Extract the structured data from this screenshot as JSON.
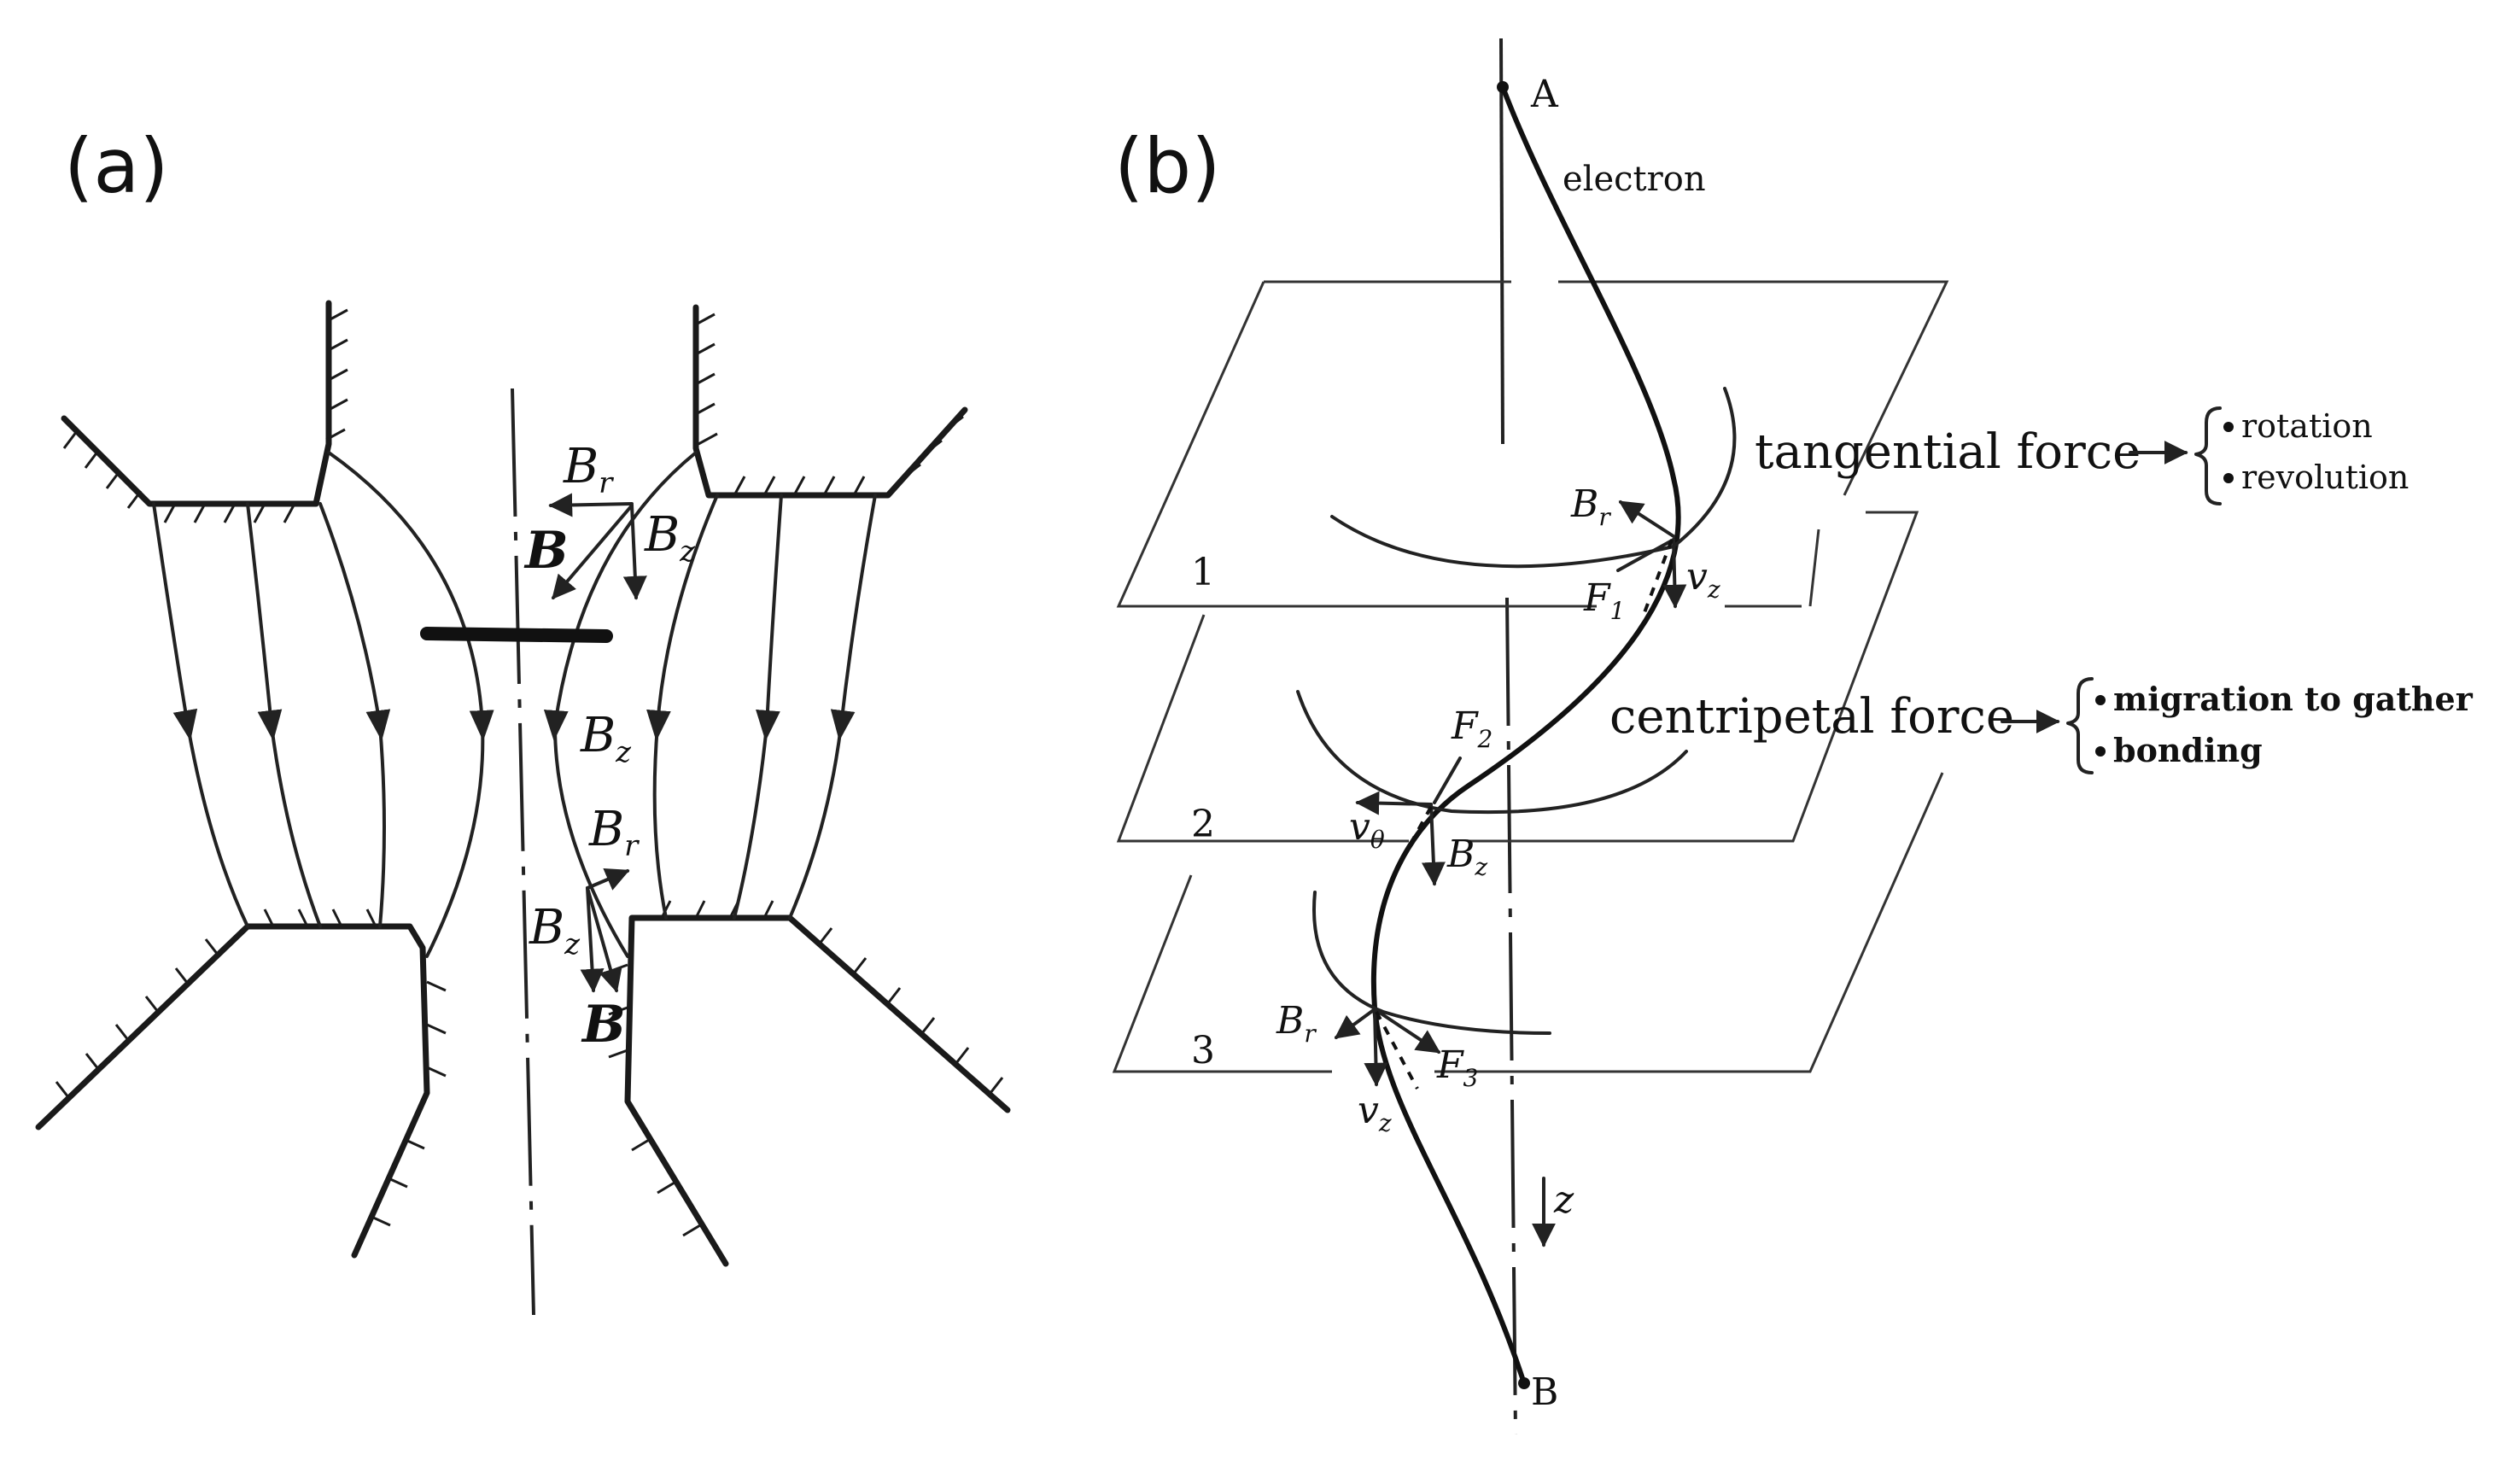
{
  "panel_a": {
    "label": "(a)",
    "top_vector_labels": {
      "br": "B",
      "br_sub": "r",
      "b": "B",
      "bz": "B",
      "bz_sub": "z"
    },
    "mid_label": {
      "main": "B",
      "sub": "z"
    },
    "bottom_vector_labels": {
      "br": "B",
      "br_sub": "r",
      "bz": "B",
      "bz_sub": "z",
      "b": "B"
    }
  },
  "panel_b": {
    "label": "(b)",
    "point_a": "A",
    "point_b": "B",
    "electron_label": "electron",
    "planes": [
      "1",
      "2",
      "3"
    ],
    "plane1_vectors": {
      "br": "B",
      "br_sub": "r",
      "vz": "v",
      "vz_sub": "z",
      "f": "F",
      "f_sub": "1"
    },
    "plane2_vectors": {
      "f": "F",
      "f_sub": "2",
      "vtheta": "v",
      "vtheta_sub": "θ",
      "bz": "B",
      "bz_sub": "z"
    },
    "plane3_vectors": {
      "br": "B",
      "br_sub": "r",
      "vz": "v",
      "vz_sub": "z",
      "f": "F",
      "f_sub": "3"
    },
    "z_label": "z",
    "tangential": {
      "title": "tangential force",
      "items": [
        "rotation",
        "revolution"
      ]
    },
    "centripetal": {
      "title": "centripetal force",
      "items": [
        "migration to gather",
        "bonding"
      ]
    }
  }
}
